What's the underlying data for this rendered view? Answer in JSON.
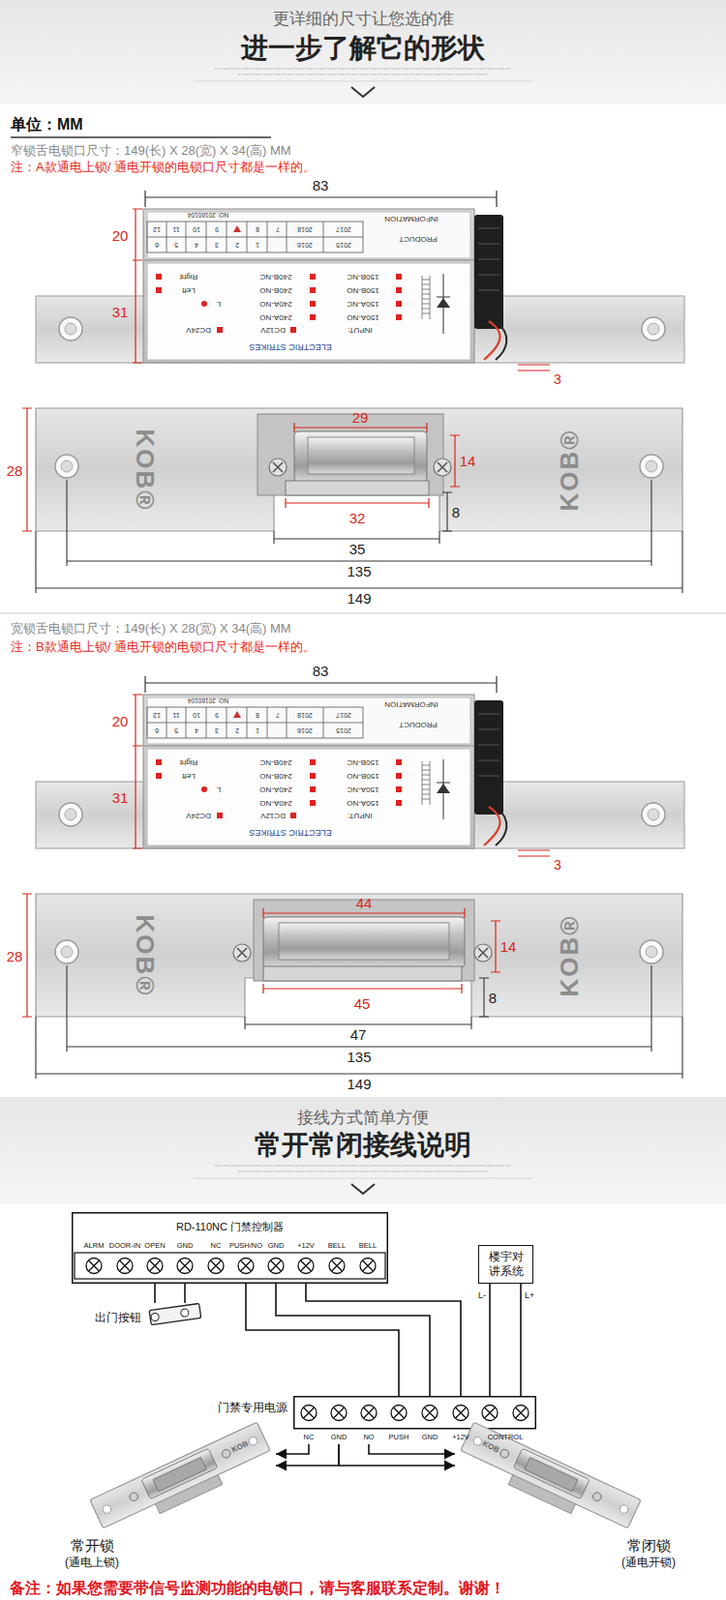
{
  "diagram": {
    "title": "进一步了解它的形状",
    "nodes": [
      {
        "text": [
          "RD-110NC 门禁控制器",
          "ALRM",
          "DOOR-IN",
          "OPEN",
          "GND",
          "NC",
          "PUSH/NO",
          "GND",
          "+12V",
          "BELL",
          "BELL"
        ]
      },
      {
        "text": [
          "出门按钮"
        ]
      },
      {
        "text": [
          "楼宇对讲系统"
        ]
      },
      {
        "text": [
          "门禁专用电源",
          "NC",
          "GND",
          "NO",
          "PUSH",
          "GND",
          "+12V",
          "CONTROL"
        ]
      },
      {
        "text": [
          "常开锁",
          "(通电上锁)"
        ]
      },
      {
        "text": [
          "常闭锁",
          "(通电开锁)"
        ]
      }
    ],
    "edges": [
      {
        "from": 0,
        "to": 1,
        "arrow": "none"
      },
      {
        "from": 0,
        "to": 1,
        "arrow": "none"
      },
      {
        "from": 0,
        "to": 3,
        "arrow": "none"
      },
      {
        "from": 0,
        "to": 3,
        "arrow": "none"
      },
      {
        "from": 0,
        "to": 3,
        "arrow": "none"
      },
      {
        "from": 2,
        "to": 3,
        "label": "L-",
        "arrow": "none"
      },
      {
        "from": 2,
        "to": 3,
        "label": "L+",
        "arrow": "none"
      },
      {
        "from": 3,
        "to": 4,
        "arrow": "to"
      },
      {
        "from": 3,
        "to": 4,
        "arrow": "to"
      },
      {
        "from": 3,
        "to": 5,
        "arrow": "to"
      },
      {
        "from": 3,
        "to": 5,
        "arrow": "to"
      }
    ],
    "labels": [
      "更详细的尺寸让您选的准",
      "单位：MM",
      "窄锁舌电锁口尺寸：149(长) X 28(宽) X 34(高) MM",
      "注：A款通电上锁/ 通电开锁的电锁口尺寸都是一样的。",
      "83",
      "20",
      "31",
      "3",
      "NO: 20160104",
      "INFORMATION",
      "PRODUCT",
      "12",
      "11",
      "10",
      "9",
      "8",
      "7",
      "2018",
      "2017",
      "6",
      "5",
      "4",
      "3",
      "2",
      "1",
      "2016",
      "2015",
      "Right",
      "240B-NC",
      "150B-NC",
      "Left",
      "240B-NO",
      "150B-NO",
      "L",
      "240A-NO",
      "150A-NC",
      "240A-NO",
      "150A-NO",
      "DC24V",
      "DC12V",
      "INPUT:",
      "ELECTRIC STRIKES",
      "29",
      "14",
      "8",
      "32",
      "35",
      "135",
      "149",
      "28",
      "KOB®",
      "KOB®",
      "宽锁舌电锁口尺寸：149(长) X 28(宽) X 34(高) MM",
      "注：B款通电上锁/ 通电开锁的电锁口尺寸都是一样的。",
      "83",
      "20",
      "31",
      "3",
      "NO: 20160104",
      "INFORMATION",
      "PRODUCT",
      "12",
      "11",
      "10",
      "9",
      "8",
      "7",
      "2018",
      "2017",
      "6",
      "5",
      "4",
      "3",
      "2",
      "1",
      "2016",
      "2015",
      "Right",
      "240B-NC",
      "150B-NC",
      "Left",
      "240B-NO",
      "150B-NO",
      "L",
      "240A-NO",
      "150A-NC",
      "240A-NO",
      "150A-NO",
      "DC24V",
      "DC12V",
      "INPUT:",
      "ELECTRIC STRIKES",
      "44",
      "14",
      "8",
      "45",
      "47",
      "135",
      "149",
      "28",
      "KOB®",
      "KOB®",
      "接线方式简单方便",
      "常开常闭接线说明",
      "KOB",
      "KOB",
      "备注：如果您需要带信号监测功能的电锁口，请与客服联系定制。谢谢！"
    ]
  }
}
